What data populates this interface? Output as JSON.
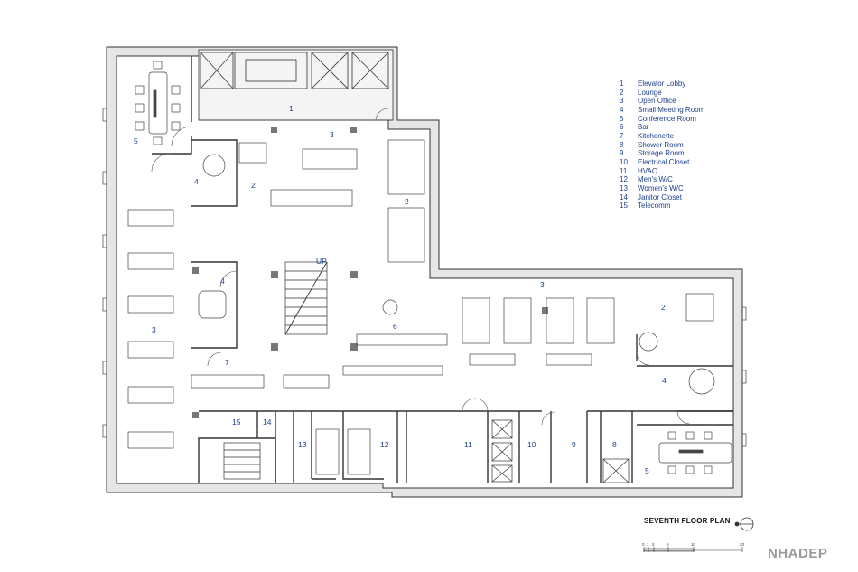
{
  "legend": [
    {
      "num": "1",
      "label": "Elevator Lobby"
    },
    {
      "num": "2",
      "label": "Lounge"
    },
    {
      "num": "3",
      "label": "Open Office"
    },
    {
      "num": "4",
      "label": "Small Meeting Room"
    },
    {
      "num": "5",
      "label": "Conference Room"
    },
    {
      "num": "6",
      "label": "Bar"
    },
    {
      "num": "7",
      "label": "Kitchenette"
    },
    {
      "num": "8",
      "label": "Shower Room"
    },
    {
      "num": "9",
      "label": "Storage Room"
    },
    {
      "num": "10",
      "label": "Electrical Closet"
    },
    {
      "num": "11",
      "label": "HVAC"
    },
    {
      "num": "12",
      "label": "Men's W/C"
    },
    {
      "num": "13",
      "label": "Women's W/C"
    },
    {
      "num": "14",
      "label": "Janitor Closet"
    },
    {
      "num": "15",
      "label": "Telecomm"
    }
  ],
  "plan_title": "SEVENTH FLOOR PLAN",
  "stair_label": "UP",
  "scale": {
    "ticks": [
      "0",
      "1",
      "2",
      "5",
      "10",
      "20"
    ]
  },
  "north_symbol": "north-arrow-icon",
  "logo": "NHADEP",
  "colors": {
    "room_label": "#1b3f8a",
    "line": "#333333",
    "wall_fill": "#e6e6e6"
  }
}
